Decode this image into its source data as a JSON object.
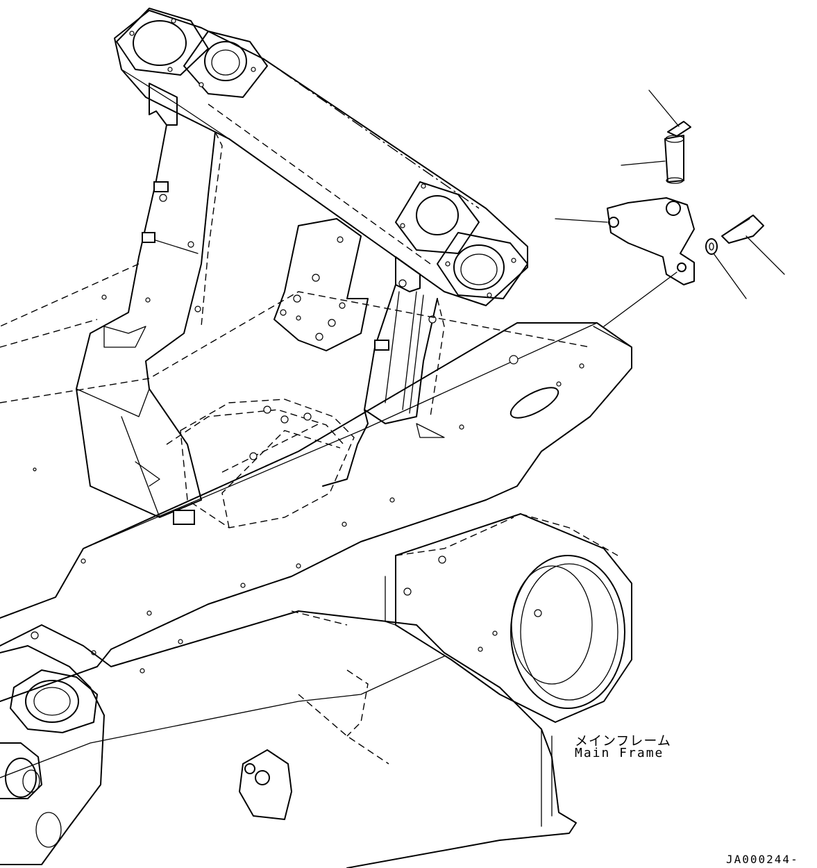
{
  "labels": {
    "main_frame_jp": "メインフレーム",
    "main_frame_en": "Main Frame",
    "drawing_code": "JA000244-"
  },
  "colors": {
    "line": "#000000",
    "background": "#ffffff"
  }
}
